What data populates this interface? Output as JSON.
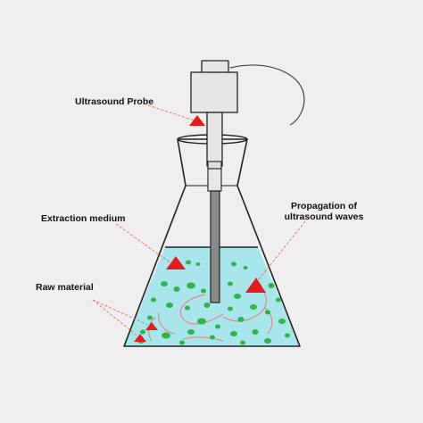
{
  "labels": {
    "probe": "Ultrasound Probe",
    "medium": "Extraction medium",
    "raw": "Raw material",
    "waves": "Propagation of ultrasound waves"
  },
  "colors": {
    "background": "#efefef",
    "liquid": "#a8e6ec",
    "particles": "#2fb34a",
    "waves": "#e3868c",
    "pointer": "#e11d1d",
    "glass_outline": "#222222",
    "probe_body": "#e6e6e6",
    "probe_rod": "#8a8a8a"
  }
}
